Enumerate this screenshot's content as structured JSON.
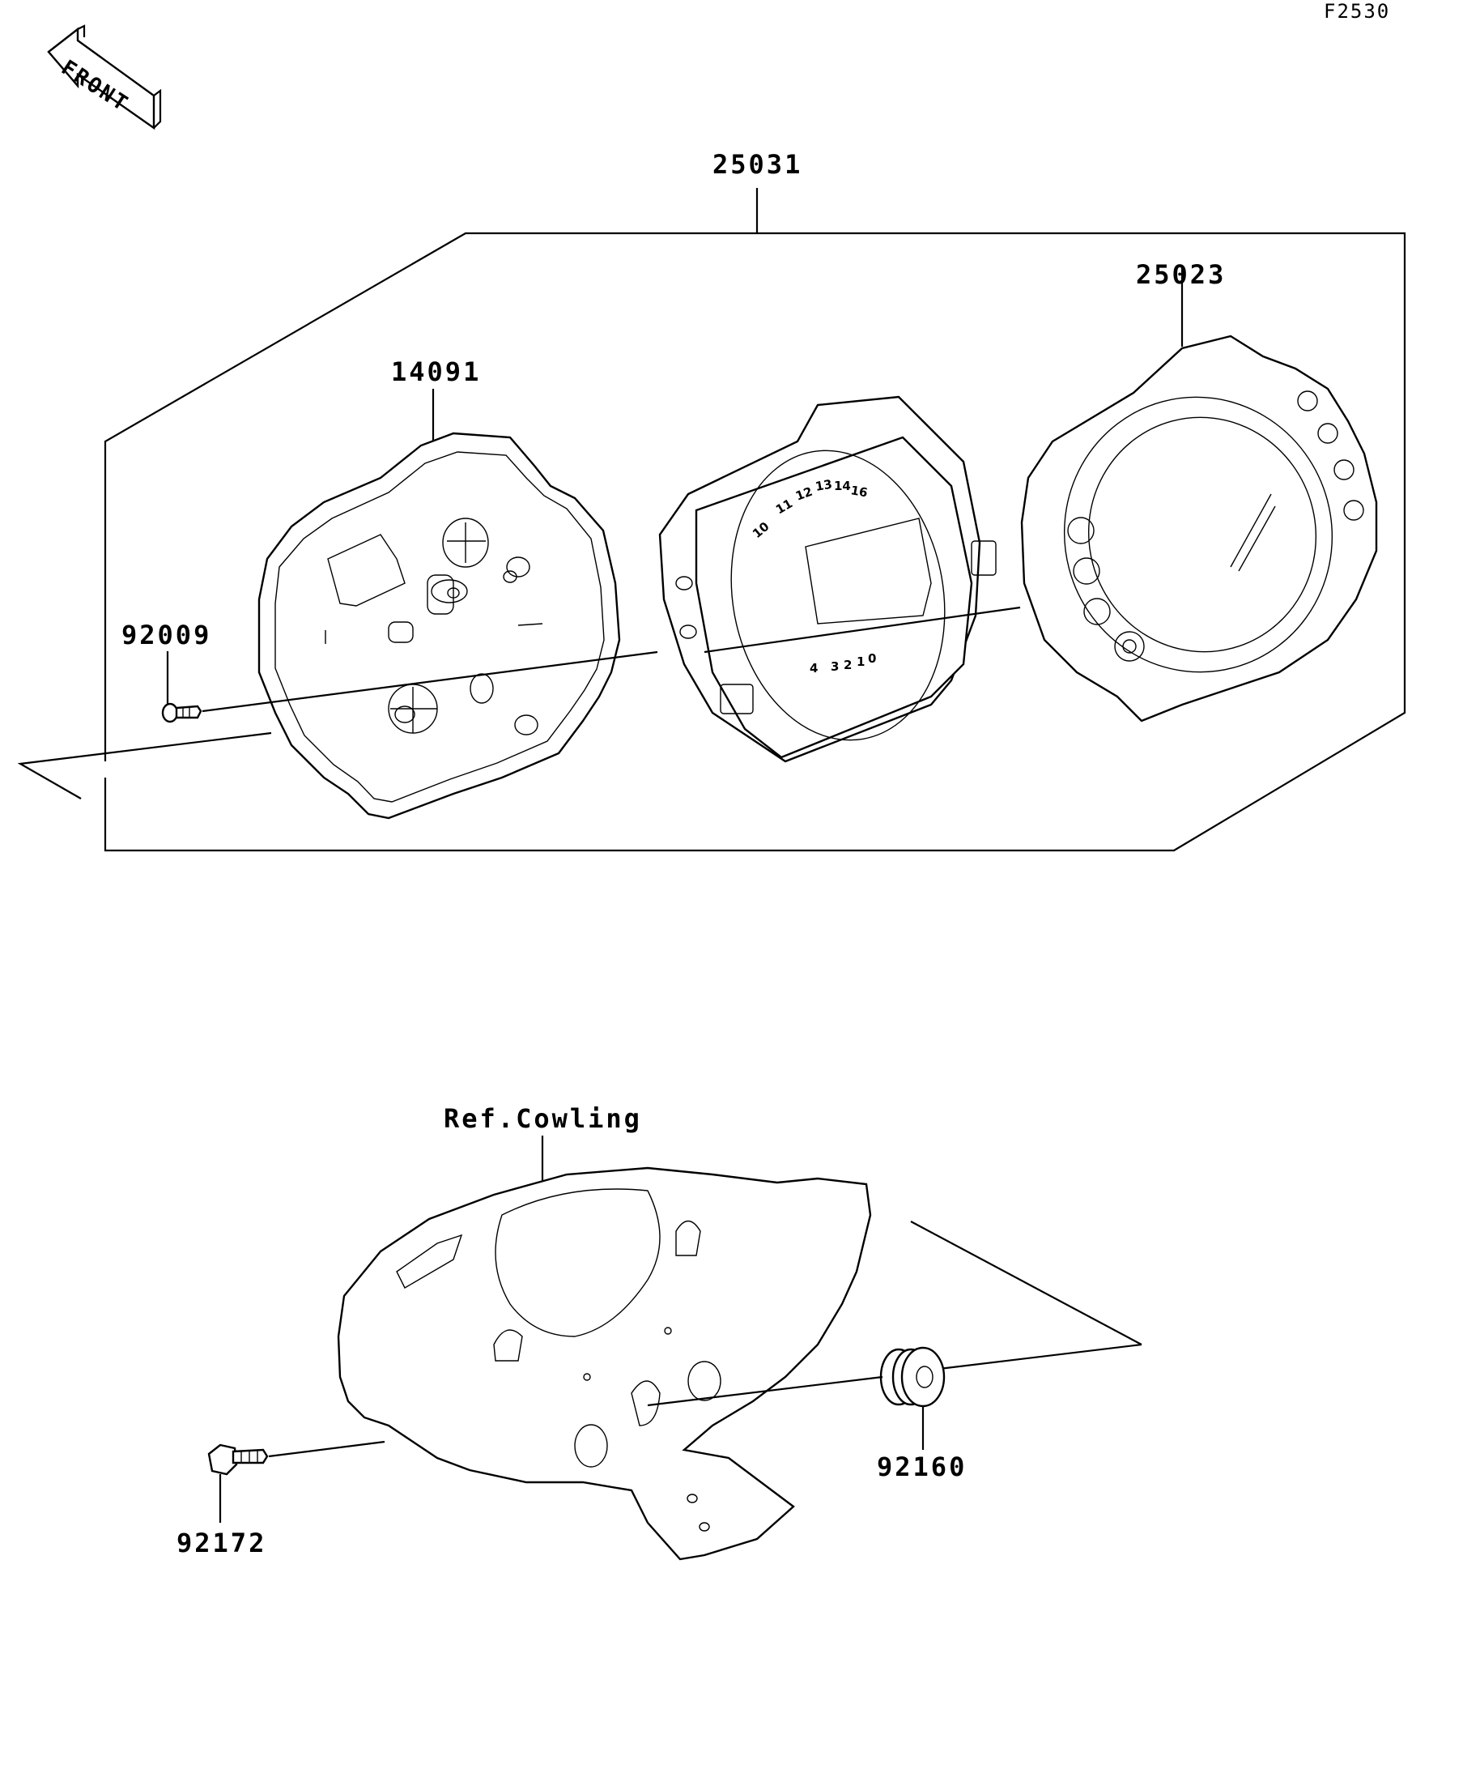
{
  "figure_code": "F2530",
  "front_label": "FRONT",
  "parts": {
    "assembly": "25031",
    "housing": "14091",
    "meter_unit": "",
    "cover": "25023",
    "screw": "92009",
    "cowling_ref": "Ref.Cowling",
    "bolt": "92172",
    "grommet": "92160"
  },
  "dial": {
    "top_numbers": [
      "10",
      "11",
      "12",
      "13",
      "14",
      "16"
    ],
    "bottom_numbers": [
      "0",
      "1",
      "2",
      "3",
      "4"
    ]
  }
}
